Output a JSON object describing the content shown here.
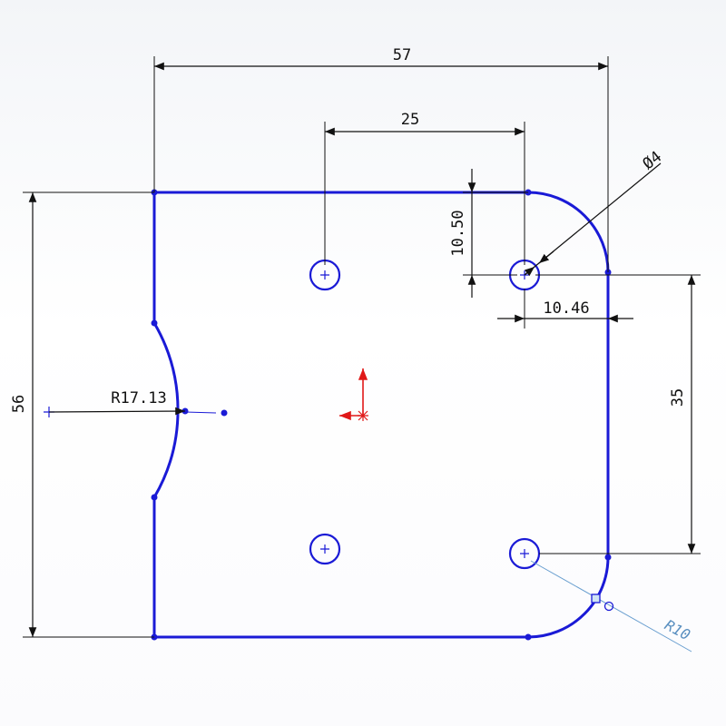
{
  "sketch": {
    "dimensions": {
      "overall_width": "57",
      "hole_spacing_x": "25",
      "overall_height": "56",
      "hole_spacing_y": "35",
      "hole_offset_top": "10.50",
      "hole_offset_right": "10.46",
      "hole_diameter": "Ø4",
      "left_arc_radius": "R17.13",
      "corner_radius": "R10"
    },
    "colors": {
      "profile": "#1a1ad6",
      "dimension": "#111111",
      "origin": "#e01818",
      "selected_dimension": "#5a8fc0"
    },
    "icons": {
      "origin": "origin-triad-icon",
      "point_marker": "point-marker-icon"
    }
  }
}
